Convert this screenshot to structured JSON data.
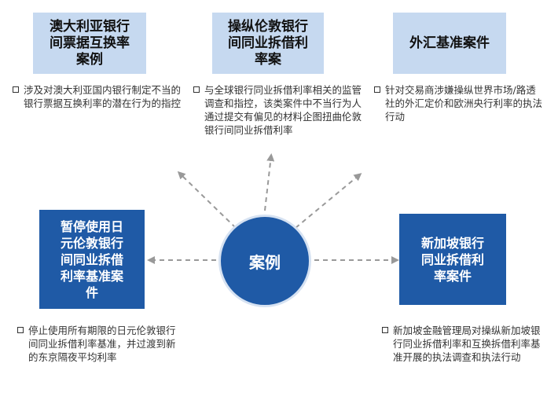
{
  "center": {
    "label": "案例"
  },
  "cases": [
    {
      "title_lines": [
        "澳大利亚银行",
        "间票据互换率",
        "案例"
      ],
      "description": "涉及对澳大利亚国内银行制定不当的银行票据互换利率的潜在行为的指控"
    },
    {
      "title_lines": [
        "操纵伦敦银行",
        "间同业拆借利",
        "率案"
      ],
      "description": "与全球银行同业拆借利率相关的监管调查和指控，该类案件中不当行为人通过提交有偏见的材料企图扭曲伦敦银行间同业拆借利率"
    },
    {
      "title_lines": [
        "外汇基准案件"
      ],
      "description": "针对交易商涉嫌操纵世界市场/路透社的外汇定价和欧洲央行利率的执法行动"
    },
    {
      "title_lines": [
        "暂停使用日",
        "元伦敦银行",
        "间同业拆借",
        "利率基准案",
        "件"
      ],
      "description": "停止使用所有期限的日元伦敦银行间同业拆借利率基准，并过渡到新的东京隔夜平均利率"
    },
    {
      "title_lines": [
        "新加坡银行",
        "同业拆借利",
        "率案件"
      ],
      "description": "新加坡金融管理局对操纵新加坡银行同业拆借利率和互换拆借利率基准开展的执法调查和执法行动"
    }
  ],
  "colors": {
    "light_box": "#c6d9f0",
    "dark_box": "#1f5aa6",
    "arrow": "#999999"
  },
  "icons": {
    "arrow": "dashed-arrow-icon",
    "bullet": "hollow-square-bullet-icon"
  }
}
